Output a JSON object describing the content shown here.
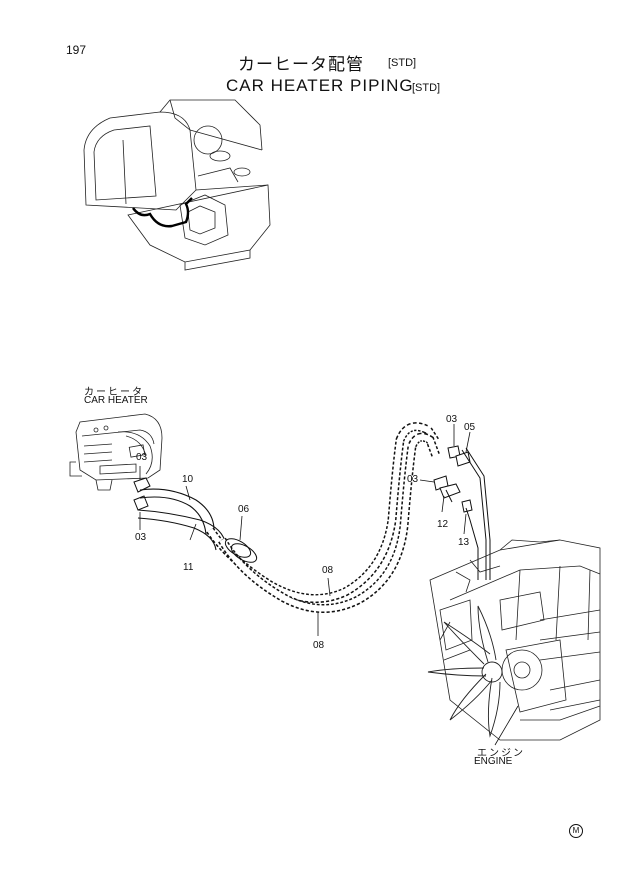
{
  "page_number": "197",
  "title": {
    "jp": "カーヒータ配管",
    "jp_tag": "[STD]",
    "en": "CAR HEATER PIPING",
    "en_tag": "[STD]"
  },
  "components": {
    "car_heater_jp": "カーヒータ",
    "car_heater_en": "CAR HEATER",
    "engine_jp": "エンジン",
    "engine_en": "ENGINE"
  },
  "callouts": {
    "c03_a": "03",
    "c05": "05",
    "c03_b": "03",
    "c12": "12",
    "c13": "13",
    "c03_heater_top": "03",
    "c03_heater_bottom": "03",
    "c10": "10",
    "c11": "11",
    "c06": "06",
    "c08_upper": "08",
    "c08_lower": "08"
  },
  "corner_mark": "M",
  "line_color": "#111111"
}
